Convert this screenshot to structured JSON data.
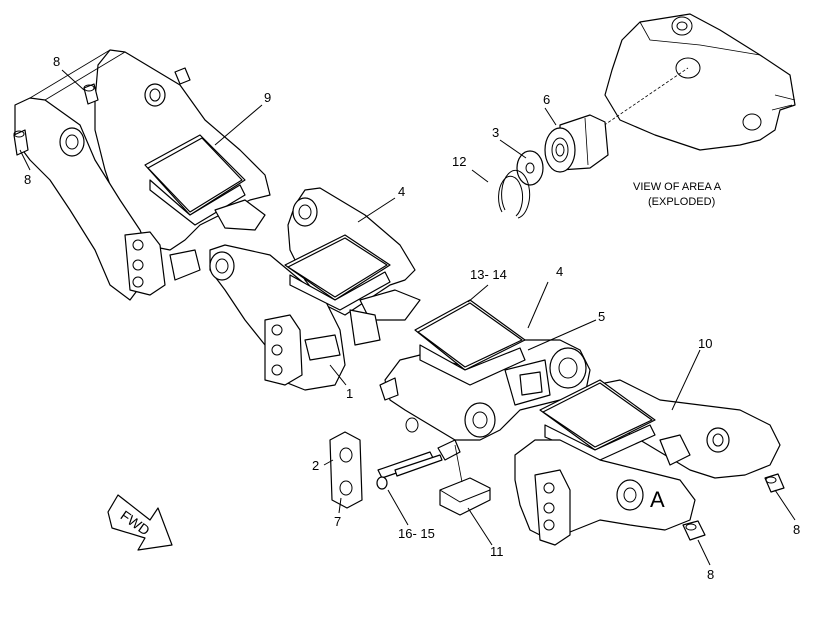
{
  "diagram": {
    "callouts": {
      "c8_top": "8",
      "c8_left": "8",
      "c9": "9",
      "c6": "6",
      "c3": "3",
      "c12": "12",
      "c4_upper": "4",
      "c13_14": "13- 14",
      "c4_lower": "4",
      "c5": "5",
      "c10": "10",
      "c1": "1",
      "c2": "2",
      "c7": "7",
      "c16_15": "16- 15",
      "c11": "11",
      "c8_right": "8",
      "c8_bottom": "8"
    },
    "view_note_line1": "VIEW OF AREA A",
    "view_note_line2": "(EXPLODED)",
    "area_label": "A",
    "direction_label": "FWD"
  }
}
